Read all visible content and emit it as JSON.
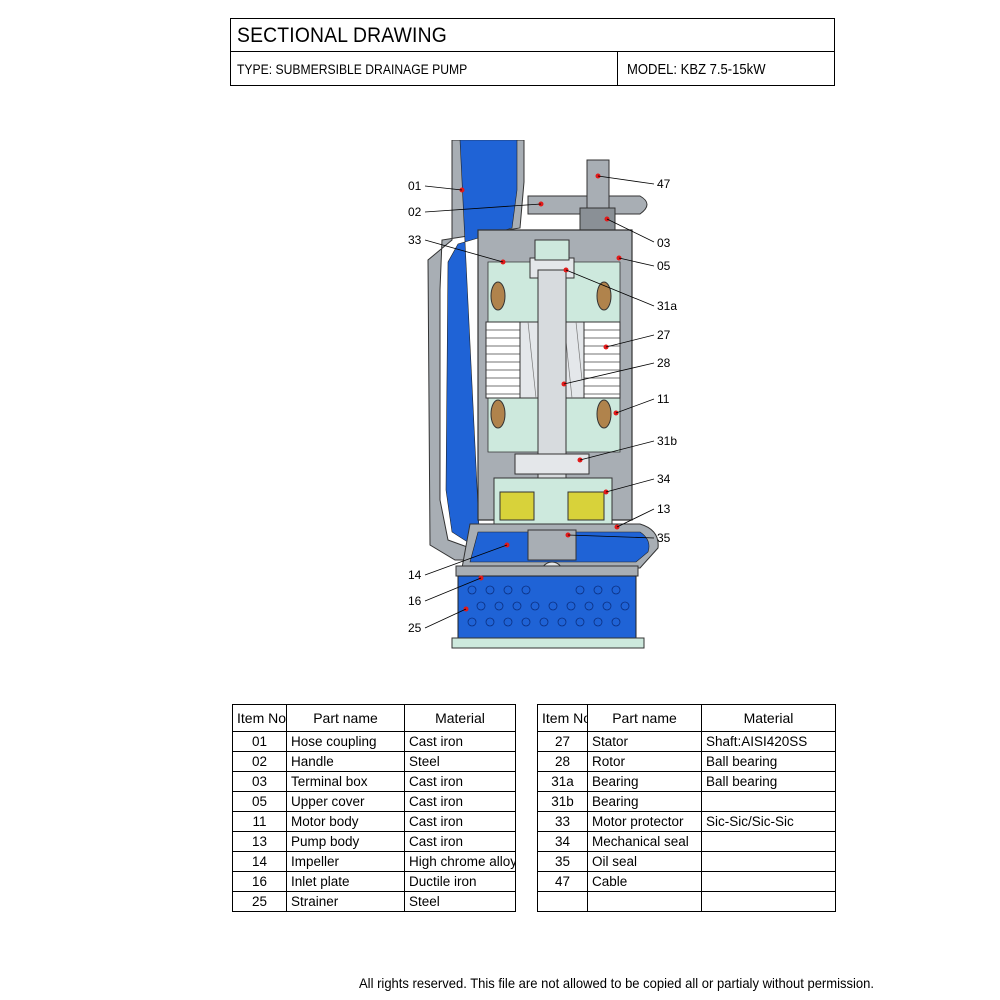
{
  "header": {
    "title": "SECTIONAL DRAWING",
    "type": "TYPE: SUBMERSIBLE DRAINAGE PUMP",
    "model": "MODEL: KBZ 7.5-15kW"
  },
  "callouts": {
    "left": [
      "01",
      "02",
      "33",
      "14",
      "16",
      "25"
    ],
    "right": [
      "47",
      "03",
      "05",
      "31a",
      "27",
      "28",
      "11",
      "31b",
      "34",
      "13",
      "35"
    ]
  },
  "table_left": {
    "headers": [
      "Item No.",
      "Part name",
      "Material"
    ],
    "rows": [
      [
        "01",
        "Hose coupling",
        "Cast iron"
      ],
      [
        "02",
        "Handle",
        "Steel"
      ],
      [
        "03",
        "Terminal box",
        "Cast iron"
      ],
      [
        "05",
        "Upper cover",
        "Cast iron"
      ],
      [
        "11",
        "Motor body",
        "Cast iron"
      ],
      [
        "13",
        "Pump body",
        "Cast iron"
      ],
      [
        "14",
        "Impeller",
        "High chrome alloy"
      ],
      [
        "16",
        "Inlet plate",
        "Ductile iron"
      ],
      [
        "25",
        "Strainer",
        "Steel"
      ]
    ]
  },
  "table_right": {
    "headers": [
      "Item No.",
      "Part name",
      "Material"
    ],
    "rows": [
      [
        "27",
        "Stator",
        "Shaft:AISI420SS"
      ],
      [
        "28",
        "Rotor",
        "Ball bearing"
      ],
      [
        "31a",
        "Bearing",
        "Ball bearing"
      ],
      [
        "31b",
        "Bearing",
        ""
      ],
      [
        "33",
        "Motor protector",
        "Sic-Sic/Sic-Sic"
      ],
      [
        "34",
        "Mechanical seal",
        ""
      ],
      [
        "35",
        "Oil seal",
        ""
      ],
      [
        "47",
        "Cable",
        ""
      ],
      [
        "",
        "",
        ""
      ]
    ]
  },
  "footer": "All rights reserved. This file are not allowed to be copied all or partialy without permission.",
  "colors": {
    "water_blue": "#1f63d6",
    "casing_grey": "#a8aeb4",
    "coolant_green": "#cde9dd",
    "oil_yellow": "#d8d23a",
    "winding_brown": "#b0834c",
    "marker_red": "#e21a1a"
  }
}
